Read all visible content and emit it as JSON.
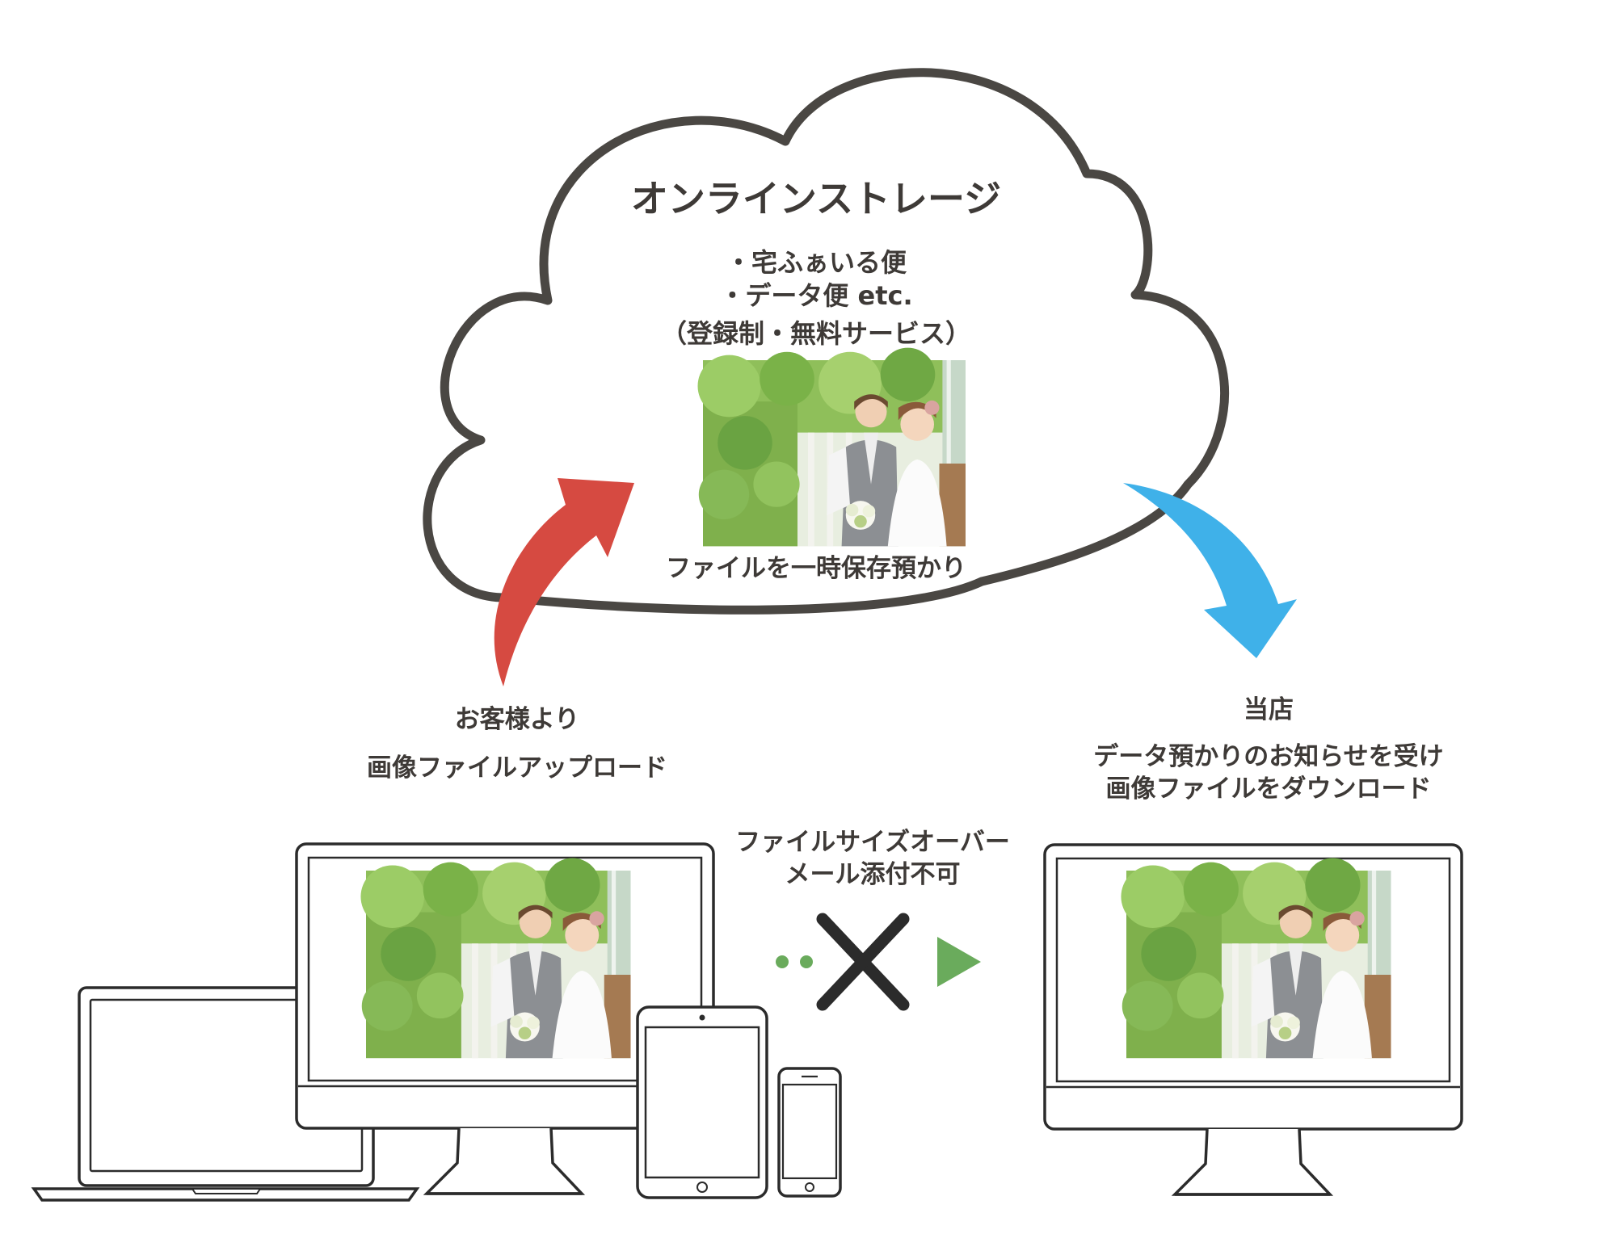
{
  "cloud": {
    "title": "オンラインストレージ",
    "services": [
      "・宅ふぁいる便",
      "・データ便 etc."
    ],
    "note": "（登録制・無料サービス）",
    "caption": "ファイルを一時保存預かり"
  },
  "upload": {
    "line1": "お客様より",
    "line2": "画像ファイルアップロード",
    "arrow_color": "#d64a41"
  },
  "oversize": {
    "line1": "ファイルサイズオーバー",
    "line2": "メール添付不可",
    "play_color": "#6aab5c",
    "dot_color": "#6aab5c"
  },
  "shop": {
    "title": "当店",
    "line2": "データ預かりのお知らせを受け",
    "line3": "画像ファイルをダウンロード",
    "arrow_color": "#3fb1e9"
  },
  "colors": {
    "outline": "#3e3a37",
    "text": "#3e3a37"
  }
}
